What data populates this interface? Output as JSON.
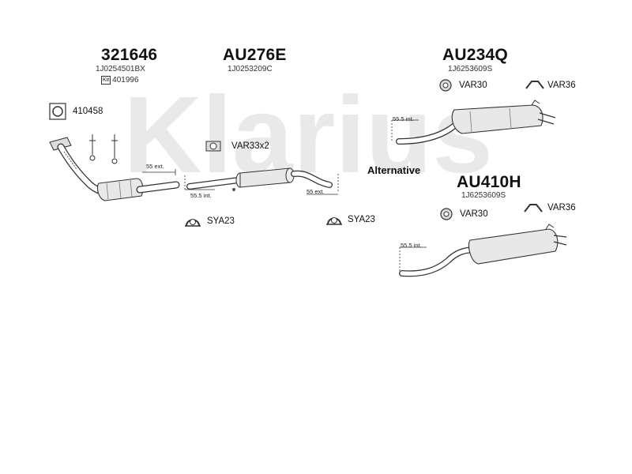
{
  "watermark": "Klarius",
  "parts": {
    "front": {
      "part_no": "321646",
      "oe_no": "1J0254501BX",
      "kit_no": "401996",
      "extra_part": "410458"
    },
    "middle": {
      "part_no": "AU276E",
      "oe_no": "1J0253209C",
      "mount": "VAR33x2"
    },
    "rear": {
      "part_no": "AU234Q",
      "oe_no": "1J6253609S",
      "hanger1": "VAR30",
      "hanger2": "VAR36"
    },
    "rear_alt": {
      "part_no": "AU410H",
      "oe_no": "1J6253609S",
      "hanger1": "VAR30",
      "hanger2": "VAR36"
    }
  },
  "clamps": {
    "left": "SYA23",
    "right": "SYA23"
  },
  "dimensions": {
    "front_ext": "55 ext.",
    "middle_int": "55.5 int.",
    "middle_ext": "55 ext.",
    "rear_int": "55.5 int.",
    "rear_alt_int": "55.5 int."
  },
  "alternative_label": "Alternative",
  "kit_badge": "Kit"
}
